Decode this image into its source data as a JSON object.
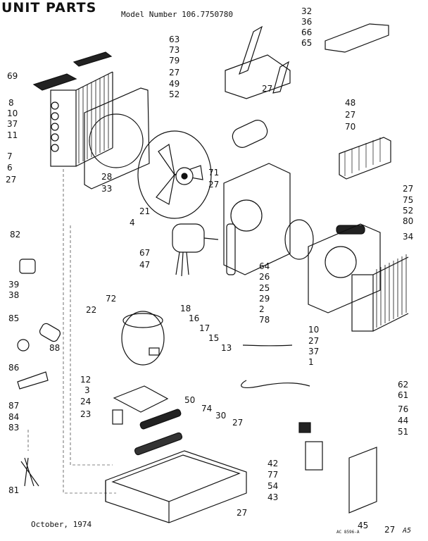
{
  "header": {
    "title": "UNIT PARTS",
    "model_number": "Model Number 106.7750780"
  },
  "footer": {
    "date": "October, 1974",
    "code": "AC 8596-A",
    "page": "A5"
  },
  "callouts": [
    "69",
    "8",
    "10",
    "37",
    "11",
    "7",
    "6",
    "27",
    "28",
    "33",
    "63",
    "73",
    "79",
    "27",
    "49",
    "52",
    "21",
    "4",
    "67",
    "47",
    "82",
    "39",
    "38",
    "85",
    "86",
    "88",
    "87",
    "84",
    "83",
    "81",
    "72",
    "22",
    "18",
    "16",
    "17",
    "15",
    "13",
    "12",
    "3",
    "24",
    "23",
    "50",
    "74",
    "30",
    "27",
    "27",
    "32",
    "36",
    "66",
    "65",
    "27",
    "48",
    "27",
    "70",
    "71",
    "27",
    "75",
    "52",
    "80",
    "34",
    "27",
    "64",
    "26",
    "25",
    "29",
    "2",
    "78",
    "27",
    "10",
    "37",
    "1",
    "62",
    "61",
    "76",
    "44",
    "51",
    "42",
    "77",
    "54",
    "43",
    "45",
    "27"
  ]
}
